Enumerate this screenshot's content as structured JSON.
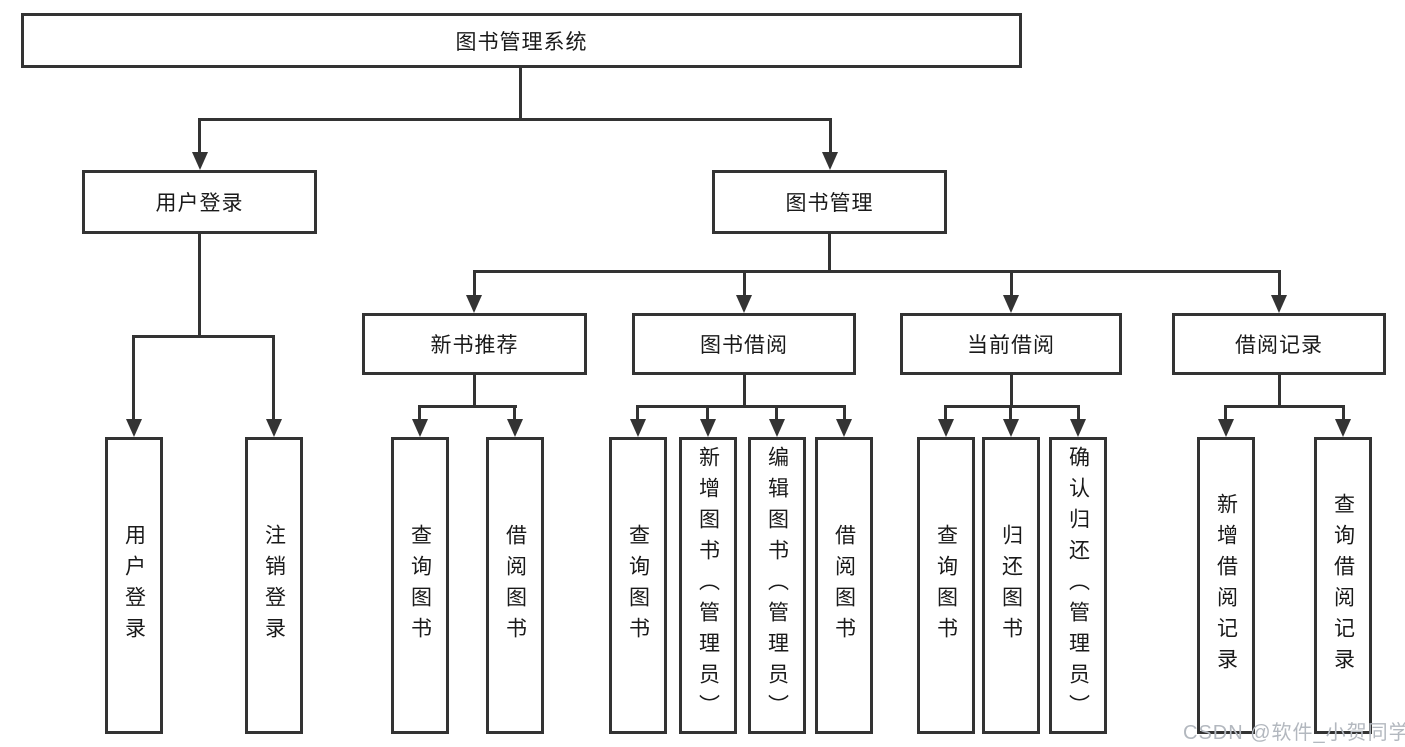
{
  "diagram": {
    "root": {
      "label": "图书管理系统"
    },
    "branches": [
      {
        "label": "用户登录",
        "children": [
          {
            "label": "用户登录"
          },
          {
            "label": "注销登录"
          }
        ]
      },
      {
        "label": "图书管理",
        "children": [
          {
            "label": "新书推荐",
            "children": [
              {
                "label": "查询图书"
              },
              {
                "label": "借阅图书"
              }
            ]
          },
          {
            "label": "图书借阅",
            "children": [
              {
                "label": "查询图书"
              },
              {
                "label": "新增图书（管理员）"
              },
              {
                "label": "编辑图书（管理员）"
              },
              {
                "label": "借阅图书"
              }
            ]
          },
          {
            "label": "当前借阅",
            "children": [
              {
                "label": "查询图书"
              },
              {
                "label": "归还图书"
              },
              {
                "label": "确认归还（管理员）"
              }
            ]
          },
          {
            "label": "借阅记录",
            "children": [
              {
                "label": "新增借阅记录"
              },
              {
                "label": "查询借阅记录"
              }
            ]
          }
        ]
      }
    ]
  },
  "watermark": {
    "text": "CSDN @软件_小贺同学"
  },
  "colors": {
    "line": "#333333",
    "text": "#1a1a1a",
    "watermark": "#b3b8bf",
    "background": "#ffffff"
  }
}
